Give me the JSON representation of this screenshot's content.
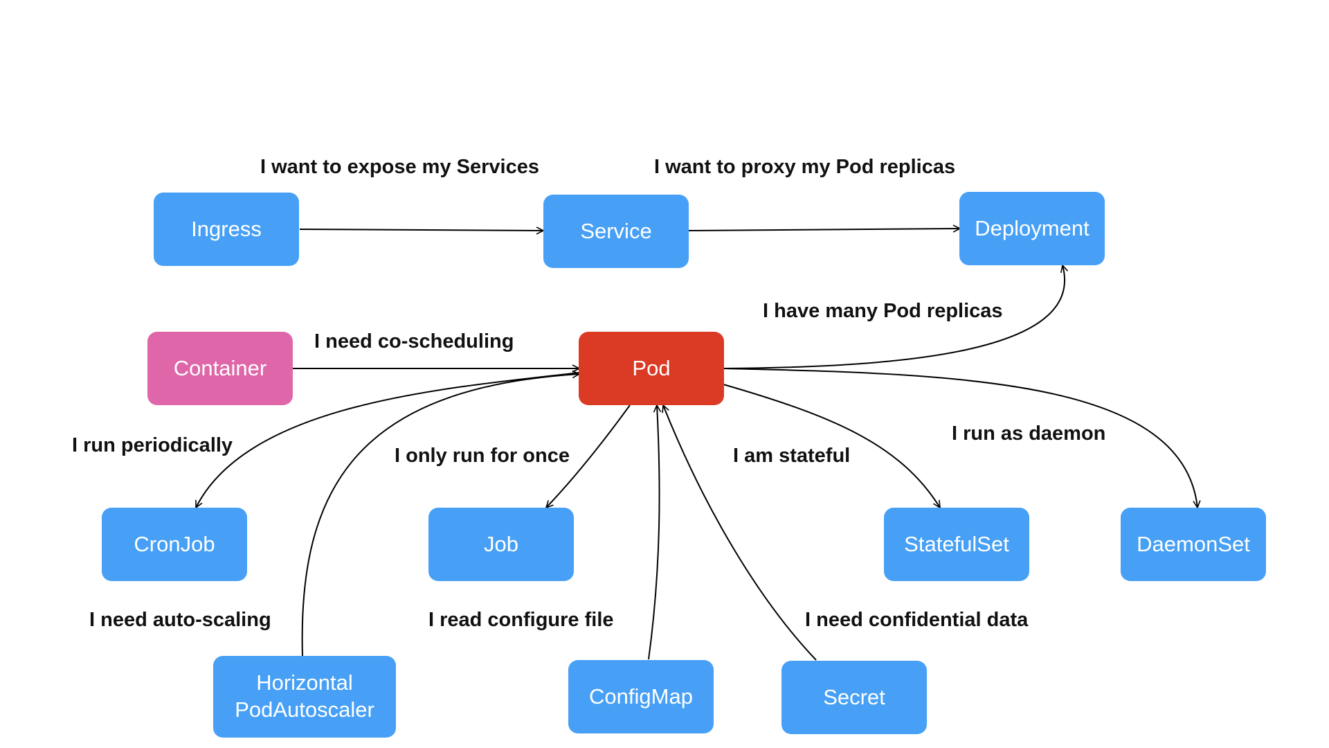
{
  "colors": {
    "node_blue": "#47a0f5",
    "node_pink": "#df66a9",
    "node_red": "#db3a24",
    "edge": "#000000",
    "label_text": "#111111",
    "background": "#ffffff"
  },
  "nodes": {
    "ingress": {
      "label": "Ingress"
    },
    "service": {
      "label": "Service"
    },
    "deployment": {
      "label": "Deployment"
    },
    "container": {
      "label": "Container"
    },
    "pod": {
      "label": "Pod"
    },
    "cronjob": {
      "label": "CronJob"
    },
    "job": {
      "label": "Job"
    },
    "statefulset": {
      "label": "StatefulSet"
    },
    "daemonset": {
      "label": "DaemonSet"
    },
    "hpa": {
      "label_line1": "Horizontal",
      "label_line2": "PodAutoscaler"
    },
    "configmap": {
      "label": "ConfigMap"
    },
    "secret": {
      "label": "Secret"
    }
  },
  "edge_labels": {
    "expose_services": "I want to expose my Services",
    "proxy_pods": "I want to proxy my Pod replicas",
    "many_replicas": "I have many Pod replicas",
    "co_scheduling": "I need co-scheduling",
    "periodically": "I run periodically",
    "run_once": "I only run for once",
    "stateful": "I am stateful",
    "daemon": "I run as daemon",
    "auto_scaling": "I need auto-scaling",
    "configure_file": "I read configure file",
    "confidential": "I need confidential data"
  },
  "edges": [
    {
      "from": "ingress",
      "to": "service"
    },
    {
      "from": "service",
      "to": "deployment"
    },
    {
      "from": "pod",
      "to": "deployment"
    },
    {
      "from": "container",
      "to": "pod"
    },
    {
      "from": "pod",
      "to": "cronjob"
    },
    {
      "from": "pod",
      "to": "job"
    },
    {
      "from": "pod",
      "to": "statefulset"
    },
    {
      "from": "pod",
      "to": "daemonset"
    },
    {
      "from": "hpa",
      "to": "pod"
    },
    {
      "from": "configmap",
      "to": "pod"
    },
    {
      "from": "secret",
      "to": "pod"
    }
  ]
}
